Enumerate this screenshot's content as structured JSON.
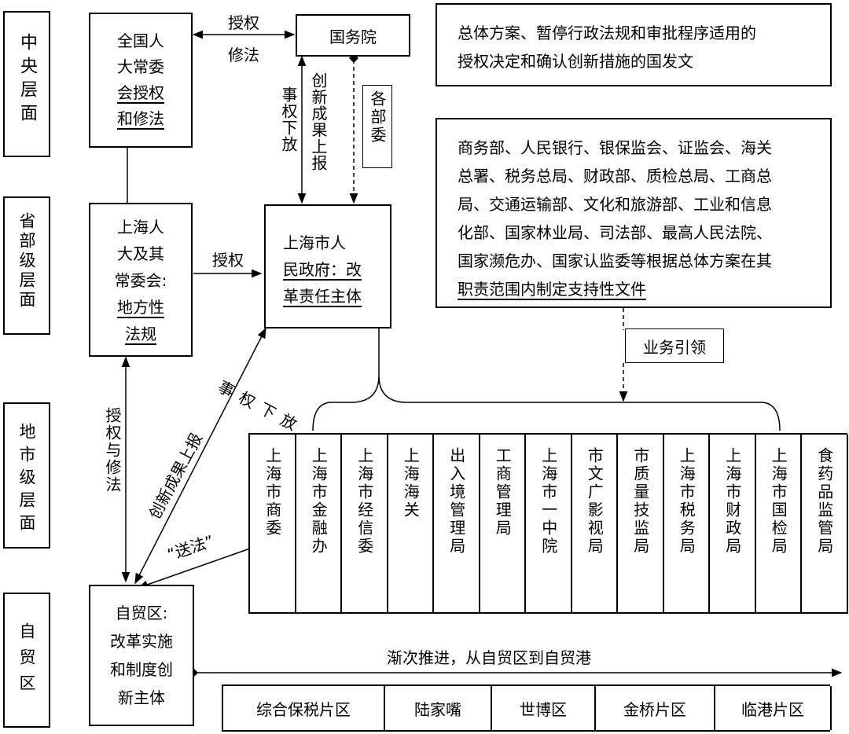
{
  "levels": {
    "central": "中央层面",
    "provincial": "省部级层面",
    "municipal": "地市级层面",
    "ftz": "自贸区"
  },
  "npc": {
    "lines": [
      "全国人",
      "大常委",
      "会授权",
      "和修法"
    ]
  },
  "state_council": {
    "label": "国务院"
  },
  "auth_amend_central": [
    "授权",
    "修法"
  ],
  "ministries_label": "各部委",
  "delegate_power": "事权下放",
  "report_innovation": "创新成果上报",
  "top_note": {
    "line1": "总体方案、暂停行政法规和审批程序适用的",
    "line2": "授权决定和确认创新措施的国发文"
  },
  "ministries_note": {
    "lines": [
      "商务部、人民银行、银保监会、证监会、海关",
      "总署、税务总局、财政部、质检总局、工商总",
      "局、交通运输部、文化和旅游部、工业和信息",
      "化部、国家林业局、司法部、最高人民法院、",
      "国家濒危办、国家认监委等根据总体方案在其",
      "职责范围内制定支持性文件"
    ]
  },
  "business_guidance": "业务引领",
  "sh_congress": {
    "lines": [
      "上海人",
      "大及其",
      "常委会:",
      "地方性",
      "法规"
    ]
  },
  "authorize": "授权",
  "sh_government": {
    "lines": [
      "上海市人",
      "民政府：改",
      "革责任主体"
    ]
  },
  "delegate_power_lower": "事权下放",
  "report_innovation_lower": "创新成果上报",
  "auth_and_amend": "授权与修法",
  "send_law": "“送法”",
  "agencies": [
    "上海市商委",
    "上海市金融办",
    "上海市经信委",
    "上海海关",
    "出入境管理局",
    "工商管理局",
    "上海市一中院",
    "市文广影视局",
    "市质量技监局",
    "上海市税务局",
    "上海市财政局",
    "上海市国检局",
    "食药品监管局"
  ],
  "ftz_box": {
    "lines": [
      "自贸区:",
      "改革实施",
      "和制度创",
      "新主体"
    ]
  },
  "progress": "渐次推进，从自贸区到自贸港",
  "zones": [
    "综合保税片区",
    "陆家嘴",
    "世博区",
    "金桥片区",
    "临港片区"
  ]
}
